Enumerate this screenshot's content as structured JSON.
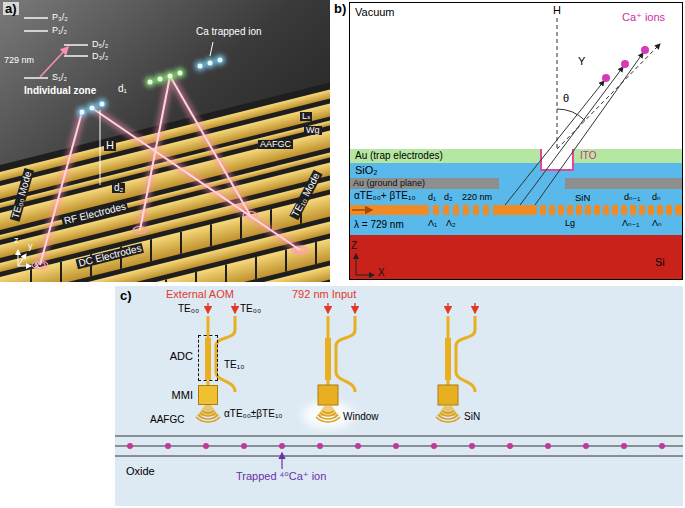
{
  "diagram": {
    "nodes": [
      {
        "text": [
          "Vacuum"
        ]
      },
      {
        "text": [
          "Au (trap electrodes)"
        ]
      },
      {
        "text": [
          "ITO"
        ]
      },
      {
        "text": [
          "SiO₂"
        ]
      },
      {
        "text": [
          "Au (ground plane)"
        ],
        "in": 3
      },
      {
        "text": [
          "SiN"
        ],
        "in": 3
      },
      {
        "text": [
          "Si"
        ]
      },
      {
        "text": [
          "ADC"
        ]
      },
      {
        "text": [
          "MMI"
        ]
      }
    ],
    "edges": [
      {
        "from": 7,
        "to": 8,
        "arrow": "none"
      }
    ],
    "labels": [
      "a)",
      "P₃/₂",
      "P₁/₂",
      "D₅/₂",
      "D₃/₂",
      "729 nm",
      "S₁/₂",
      "Ca trapped ion",
      "Individual zone",
      "d₁",
      "Lₛ",
      "Wg",
      "AAFGC",
      "H",
      "TE₀₀ Mode",
      "TE₁₀ Mode",
      "d₂",
      "RF Electrodes",
      "DC Electrodes",
      "x",
      "y",
      "z",
      "b)",
      "H",
      "θ",
      "Ca⁺ ions",
      "Y",
      "αTE₀₀+ βTE₁₀",
      "λ = 729 nm",
      "d₁",
      "d₂",
      "Λ₁",
      "Λ₂",
      "220 nm",
      "Lg",
      "dₙ₋₁",
      "dₙ",
      "Λₙ₋₁",
      "Λₙ",
      "Z",
      "X",
      "c)",
      "External AOM",
      "TE₀₀",
      "TE₀₀",
      "792 nm Input",
      "TE₁₀",
      "αTE₀₀±βTE₁₀",
      "AAFGC",
      "Window",
      "SiN",
      "Oxide",
      "Trapped ⁴⁰Ca⁺ ion"
    ]
  }
}
